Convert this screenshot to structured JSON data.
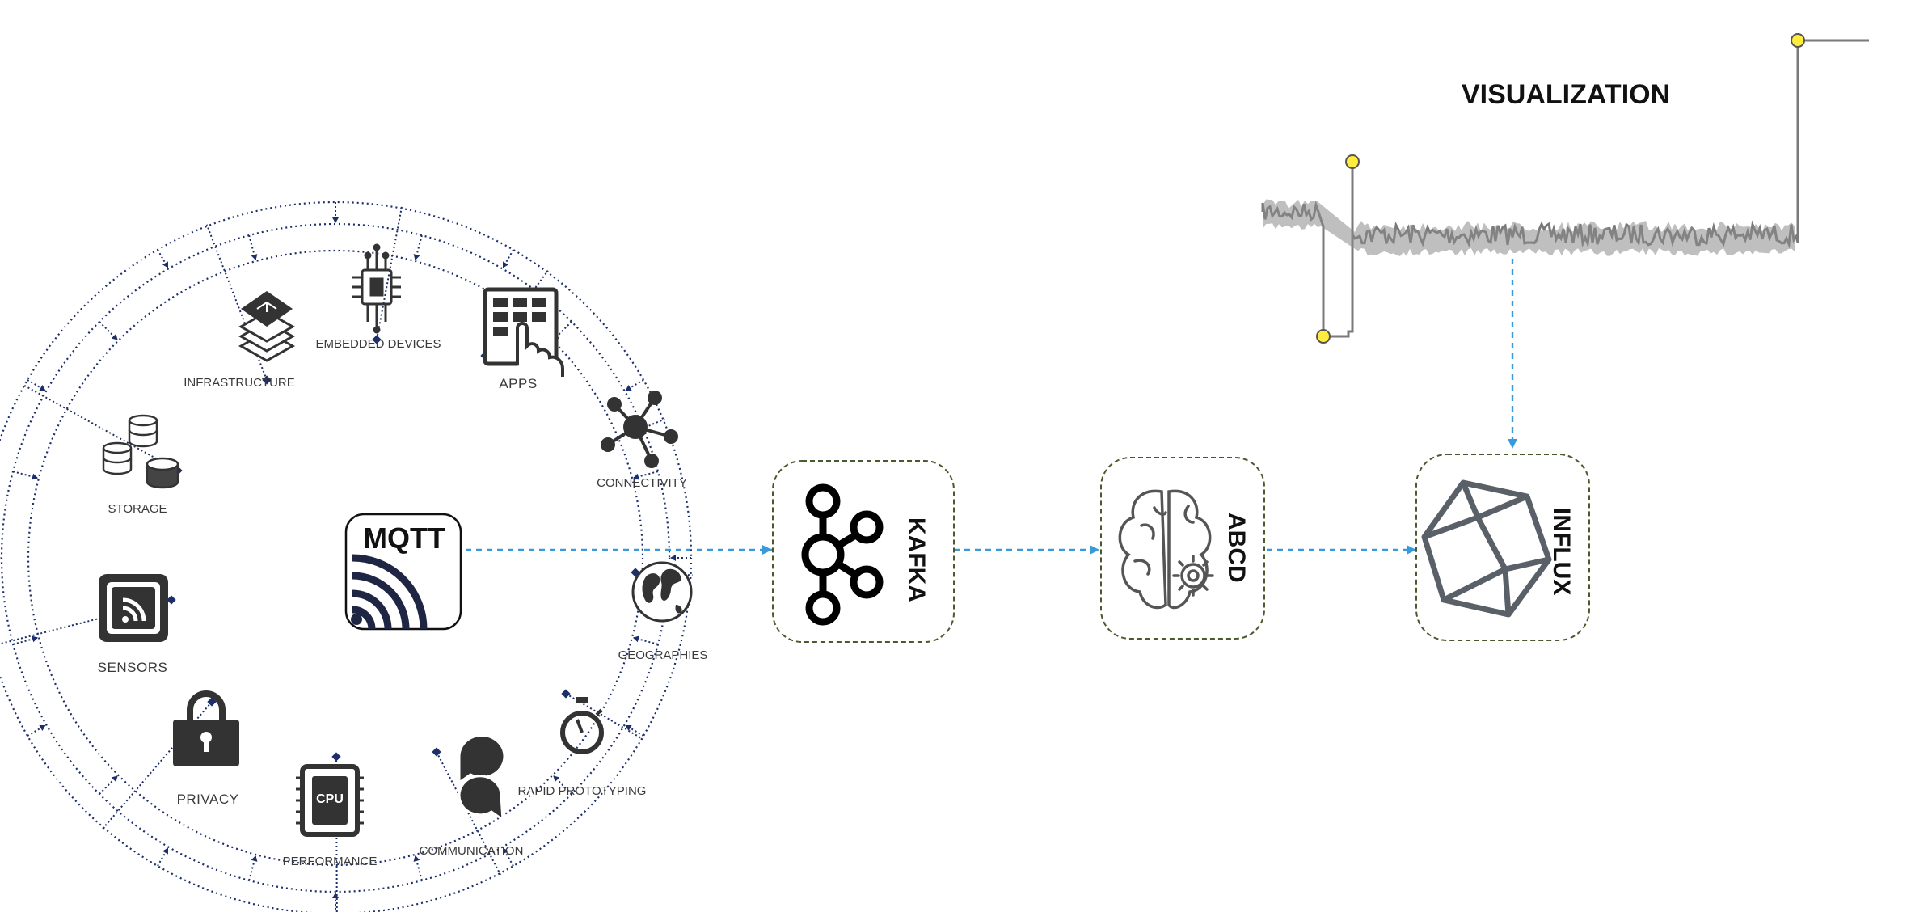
{
  "visualization": {
    "title": "VISUALIZATION"
  },
  "hub": {
    "label": "MQTT"
  },
  "pipeline": {
    "kafka": "KAFKA",
    "abcd": "ABCD",
    "influx": "INFLUX"
  },
  "iot_items": {
    "embedded_devices": "EMBEDDED DEVICES",
    "infrastructure": "INFRASTRUCTURE",
    "apps": "APPS",
    "connectivity": "CONNECTIVITY",
    "storage": "STORAGE",
    "sensors": "SENSORS",
    "geographies": "GEOGRAPHIES",
    "privacy": "PRIVACY",
    "rapid_prototyping": "RAPID PROTOTYPING",
    "cpu": "CPU",
    "performance": "PERFORMANCE",
    "communication": "COMMUNICATION"
  },
  "colors": {
    "ring": "#1c2f6b",
    "link": "#3a9ad9",
    "node_border": "#4b5a2e",
    "signal": "#7a7a7a",
    "marker": "#ffec3d",
    "icon": "#333333"
  },
  "icons": {
    "embedded_devices": "chip-icon",
    "infrastructure": "layers-icon",
    "apps": "app-grid-hand-icon",
    "connectivity": "network-hub-icon",
    "storage": "database-icon",
    "sensors": "rss-icon",
    "geographies": "globe-icon",
    "privacy": "padlock-icon",
    "rapid_prototyping": "stopwatch-icon",
    "performance": "cpu-icon",
    "communication": "speech-bubbles-icon",
    "kafka": "kafka-logo-icon",
    "abcd": "brain-gear-icon",
    "influx": "influx-logo-icon",
    "mqtt": "wireless-waves-icon"
  }
}
